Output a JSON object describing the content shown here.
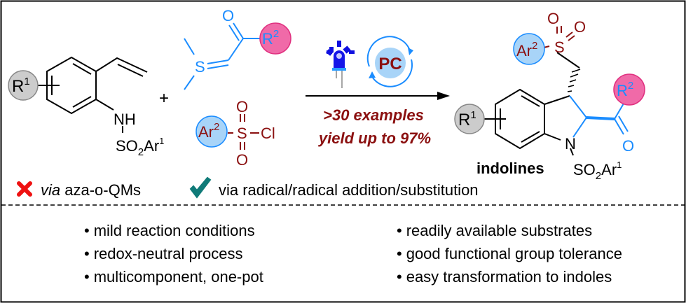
{
  "colors": {
    "blue": "#1a8cff",
    "darkred": "#8b1010",
    "pink": "#f06aa8",
    "lightblue": "#a8d4f8",
    "gray": "#cccccc",
    "teal": "#0f7a78",
    "red": "#ee1111"
  },
  "reactants": {
    "r1": "R",
    "r1_sup": "1",
    "nh": "NH",
    "so2ar1": "SO",
    "so2ar1_sub": "2",
    "so2ar1_ar": "Ar",
    "so2ar1_sup": "1",
    "plus": "+",
    "ylide_s": "S",
    "ylide_o": "O",
    "r2": "R",
    "r2_sup": "2",
    "ar2": "Ar",
    "ar2_sup": "2",
    "sulfonyl_s": "S",
    "sulfonyl_o": "O",
    "cl": "Cl"
  },
  "conditions": {
    "catalyst": "PC",
    "examples": ">30 examples",
    "yield": "yield up to 97%"
  },
  "product": {
    "label": "indolines",
    "n": "N",
    "s": "S",
    "o": "O"
  },
  "mechanism": {
    "rejected_via": "via",
    "rejected_rest": "aza-o-QMs",
    "accepted": "via radical/radical addition/substitution"
  },
  "features": {
    "left": [
      "mild reaction conditions",
      "redox-neutral process",
      "multicomponent, one-pot"
    ],
    "right": [
      "readily available substrates",
      "good functional group tolerance",
      "easy transformation to indoles"
    ]
  }
}
